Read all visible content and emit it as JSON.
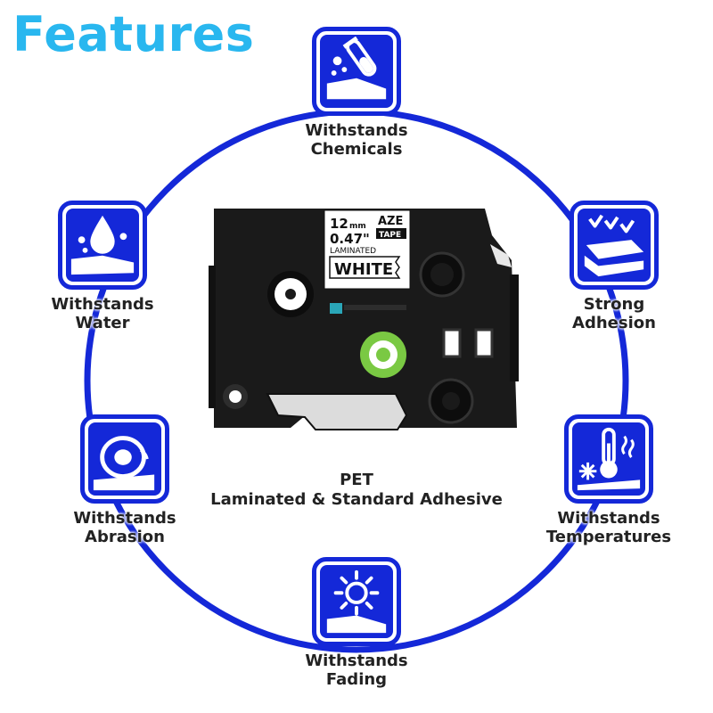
{
  "title": "Features",
  "colors": {
    "title": "#29b7ef",
    "accent": "#1428d8",
    "cassette": "#1a1a1a",
    "spool": "#7ac943"
  },
  "features": [
    {
      "id": "chemicals",
      "line1": "Withstands",
      "line2": "Chemicals",
      "icon": "test-tube-icon"
    },
    {
      "id": "adhesion",
      "line1": "Strong",
      "line2": "Adhesion",
      "icon": "adhesion-icon"
    },
    {
      "id": "temperatures",
      "line1": "Withstands",
      "line2": "Temperatures",
      "icon": "thermometer-icon"
    },
    {
      "id": "fading",
      "line1": "Withstands",
      "line2": "Fading",
      "icon": "sun-icon"
    },
    {
      "id": "abrasion",
      "line1": "Withstands",
      "line2": "Abrasion",
      "icon": "tape-roll-icon"
    },
    {
      "id": "water",
      "line1": "Withstands",
      "line2": "Water",
      "icon": "water-drop-icon"
    }
  ],
  "tape": {
    "size_mm": "12",
    "size_mm_unit": "mm",
    "size_in": "0.47\"",
    "brand_top": "AZE",
    "brand_bottom": "TAPE",
    "type": "LAMINATED",
    "color_name": "WHITE"
  },
  "caption": {
    "line1": "PET",
    "line2": "Laminated & Standard Adhesive"
  }
}
